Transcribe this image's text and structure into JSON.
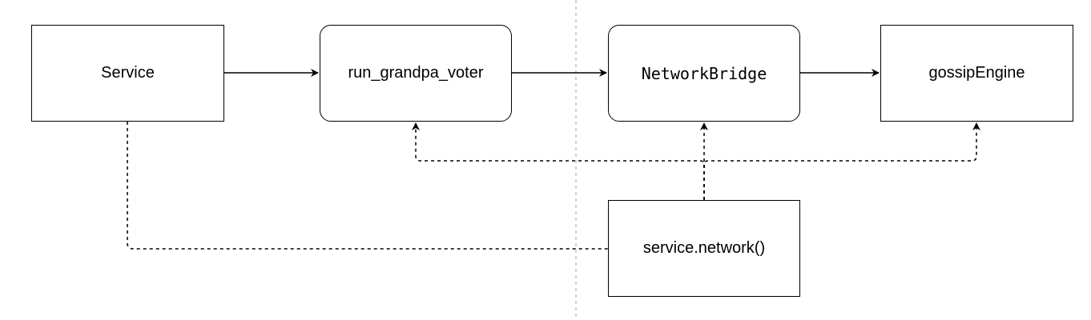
{
  "diagram": {
    "nodes": {
      "service": "Service",
      "run_grandpa_voter": "run_grandpa_voter",
      "network_bridge": "NetworkBridge",
      "gossip_engine": "gossipEngine",
      "service_network": "service.network()"
    },
    "edges": [
      {
        "from": "service",
        "to": "run_grandpa_voter",
        "style": "solid",
        "arrow": true
      },
      {
        "from": "run_grandpa_voter",
        "to": "network_bridge",
        "style": "solid",
        "arrow": true
      },
      {
        "from": "network_bridge",
        "to": "gossip_engine",
        "style": "solid",
        "arrow": true
      },
      {
        "from": "service_network",
        "to": "run_grandpa_voter",
        "style": "dashed",
        "arrow": true
      },
      {
        "from": "service_network",
        "to": "network_bridge",
        "style": "dashed",
        "arrow": true
      },
      {
        "from": "service_network",
        "to": "gossip_engine",
        "style": "dashed",
        "arrow": true
      },
      {
        "from": "service",
        "to": "service_network",
        "style": "dashed",
        "arrow": false
      }
    ],
    "colors": {
      "stroke": "#000000",
      "background": "#ffffff",
      "separator": "#b3b3b3"
    }
  }
}
